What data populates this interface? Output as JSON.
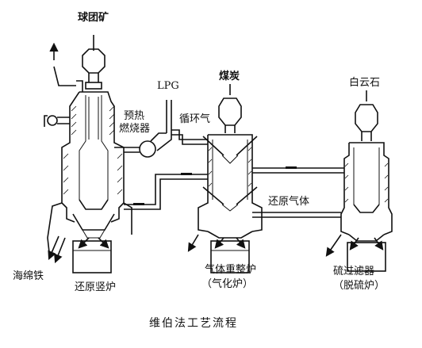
{
  "labels": {
    "pellet_ore": "球团矿",
    "preheat_burner_line1": "预热",
    "preheat_burner_line2": "燃烧器",
    "lpg": "LPG",
    "coal": "煤炭",
    "circulating_gas": "循环气",
    "dolomite": "白云石",
    "reducing_gas": "还原气体",
    "sponge_iron": "海绵铁",
    "reduction_shaft_furnace": "还原竖炉",
    "gas_reformer": "气体重整炉",
    "gasifier": "（气化炉）",
    "sulfur_filter": "硫过滤器",
    "desulfurizer": "（脱硫炉）"
  },
  "caption": "维伯法工艺流程"
}
